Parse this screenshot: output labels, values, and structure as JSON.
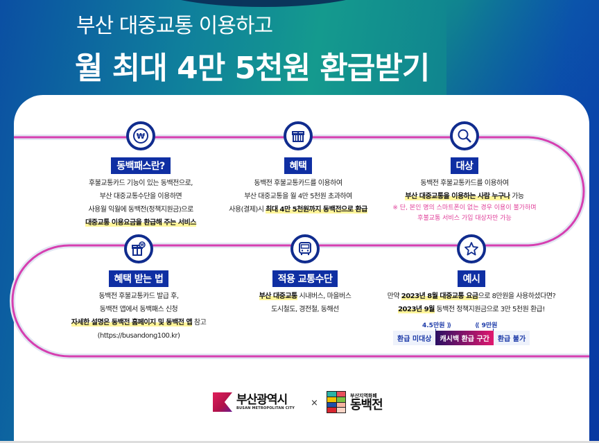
{
  "header": {
    "line1": "부산 대중교통 이용하고",
    "line2": "월 최대 4만 5천원 환급받기"
  },
  "sections": [
    {
      "icon": "won-coin-icon",
      "icon_glyph": "₩",
      "label": "동백패스란?",
      "lines": [
        "후불교통카드 기능이 있는 동백전으로,",
        "부산 대중교통수단을 이용하면",
        "사용월 익월에 동백전(정책지원금)으로"
      ],
      "highlight": "대중교통 이용요금을 환급해 주는 서비스"
    },
    {
      "icon": "gift-icon",
      "icon_glyph": "🎁",
      "label": "혜택",
      "lines": [
        "동백전 후불교통카드를 이용하여",
        "부산 대중교통을 월 4만 5천원 초과하여"
      ],
      "line3_prefix": "사용(결제)시 ",
      "highlight": "최대 4만 5천원까지 동백전으로 환급"
    },
    {
      "icon": "search-icon",
      "icon_glyph": "⌕",
      "label": "대상",
      "lines": [
        "동백전 후불교통카드를 이용하여"
      ],
      "highlight": "부산 대중교통을 이용하는 사람 누구나",
      "highlight_suffix": " 가능",
      "notes": [
        "※ 단, 본인 명의 스마트폰이 없는 경우 이용이 불가하며",
        "후불교통 서비스 가입 대상자만 가능"
      ]
    },
    {
      "icon": "gift-coin-icon",
      "icon_glyph": "🎁",
      "label": "혜택 받는 법",
      "lines": [
        "동백전 후불교통카드 발급 후,",
        "동백전 앱에서 동백패스 신청"
      ],
      "highlight": "자세한 설명은 동백전 홈페이지 및 동백전 앱",
      "highlight_suffix": " 참고",
      "url": "(https://busandong100.kr)"
    },
    {
      "icon": "bus-icon",
      "icon_glyph": "🚌",
      "label": "적용 교통수단",
      "highlight": "부산 대중교통",
      "highlight_suffix": " 시내버스, 마을버스",
      "lines": [
        "도시철도, 경전철, 동해선"
      ]
    },
    {
      "icon": "star-icon",
      "icon_glyph": "☆",
      "label": "예시",
      "line1_prefix": "만약 ",
      "line1_highlight": "2023년 8월 대중교통 요금",
      "line1_suffix": "으로 8만원을 사용하셨다면?",
      "line2_highlight": "2023년 9월",
      "line2_suffix": " 동백전 정책지원금으로 3만 5천원 환급!",
      "scale": {
        "low_marker": "4.5만원 ⟫",
        "high_marker": "⟪ 9만원",
        "segments": [
          "환급 미대상",
          "캐시백 환급 구간",
          "환급 불가"
        ]
      }
    }
  ],
  "footer": {
    "busan_name": "부산광역시",
    "busan_en": "BUSAN METROPOLITAN CITY",
    "times": "×",
    "dbj_small": "부산지역화폐",
    "dbj_name": "동백전"
  },
  "colors": {
    "badge_blue": "#0f2fa3",
    "track_pink": "#d63fb0",
    "highlight_yellow": "#fff59a",
    "note_pink": "#e0409a"
  }
}
